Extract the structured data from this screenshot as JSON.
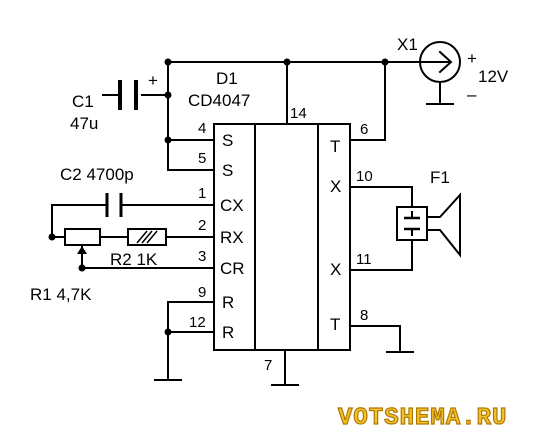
{
  "labels": {
    "d1_ref": "D1",
    "d1_part": "CD4047",
    "c1_ref": "C1",
    "c1_value": "47u",
    "c2": "C2 4700p",
    "r1": "R1 4,7K",
    "r2": "R2 1K",
    "x1": "X1",
    "supply": "12V",
    "plus": "+",
    "minus": "–",
    "c1_plus": "+",
    "f1": "F1",
    "watermark": "VOTSHEMA.RU"
  },
  "pins_left": [
    {
      "num": "4",
      "name": "S"
    },
    {
      "num": "5",
      "name": "S"
    },
    {
      "num": "1",
      "name": "CX"
    },
    {
      "num": "2",
      "name": "RX"
    },
    {
      "num": "3",
      "name": "CR"
    },
    {
      "num": "9",
      "name": "R"
    },
    {
      "num": "12",
      "name": "R"
    }
  ],
  "pins_right": [
    {
      "num": "6",
      "name": "T"
    },
    {
      "num": "10",
      "name": "X"
    },
    {
      "num": "11",
      "name": "X"
    },
    {
      "num": "8",
      "name": "T"
    }
  ],
  "pins_other": {
    "top": "14",
    "bottom": "7"
  }
}
